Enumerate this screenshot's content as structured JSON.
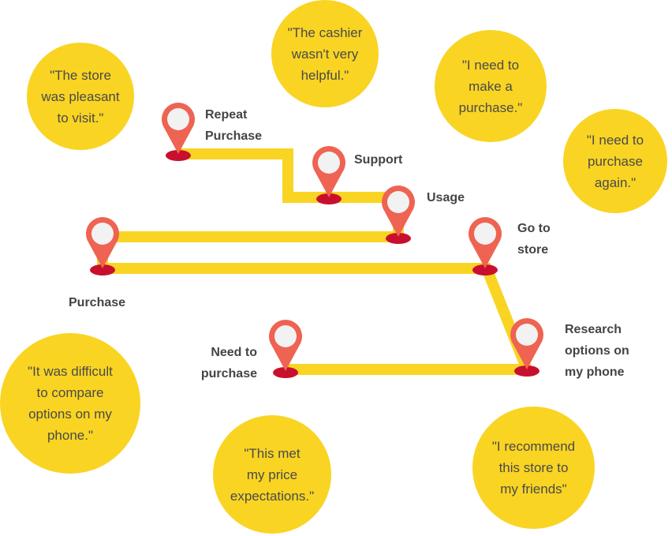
{
  "colors": {
    "path": "#f9d423",
    "pin": "#ee6352",
    "pin_shadow": "#c8102e",
    "bubble": "#f9d423",
    "quote_text": "#4a4a4a",
    "label_text": "#444444"
  },
  "stages": [
    {
      "id": "need-to-purchase",
      "label": "Need to\npurchase"
    },
    {
      "id": "research-options",
      "label": "Research\noptions on\nmy phone"
    },
    {
      "id": "go-to-store",
      "label": "Go to\nstore"
    },
    {
      "id": "purchase",
      "label": "Purchase"
    },
    {
      "id": "usage",
      "label": "Usage"
    },
    {
      "id": "support",
      "label": "Support"
    },
    {
      "id": "repeat-purchase",
      "label": "Repeat\nPurchase"
    }
  ],
  "quotes": [
    {
      "id": "store-pleasant",
      "text": "\"The store\nwas pleasant\nto visit.\""
    },
    {
      "id": "cashier",
      "text": "\"The cashier\nwasn't very\nhelpful.\""
    },
    {
      "id": "make-purchase",
      "text": "\"I need to\nmake a\npurchase.\""
    },
    {
      "id": "purchase-again",
      "text": "\"I need to\npurchase\nagain.\""
    },
    {
      "id": "difficult-compare",
      "text": "\"It was difficult\nto compare\noptions on my\nphone.\""
    },
    {
      "id": "price-expectations",
      "text": "\"This met\nmy price\nexpectations.\""
    },
    {
      "id": "recommend",
      "text": "\"I recommend\nthis store to\nmy friends\""
    }
  ]
}
